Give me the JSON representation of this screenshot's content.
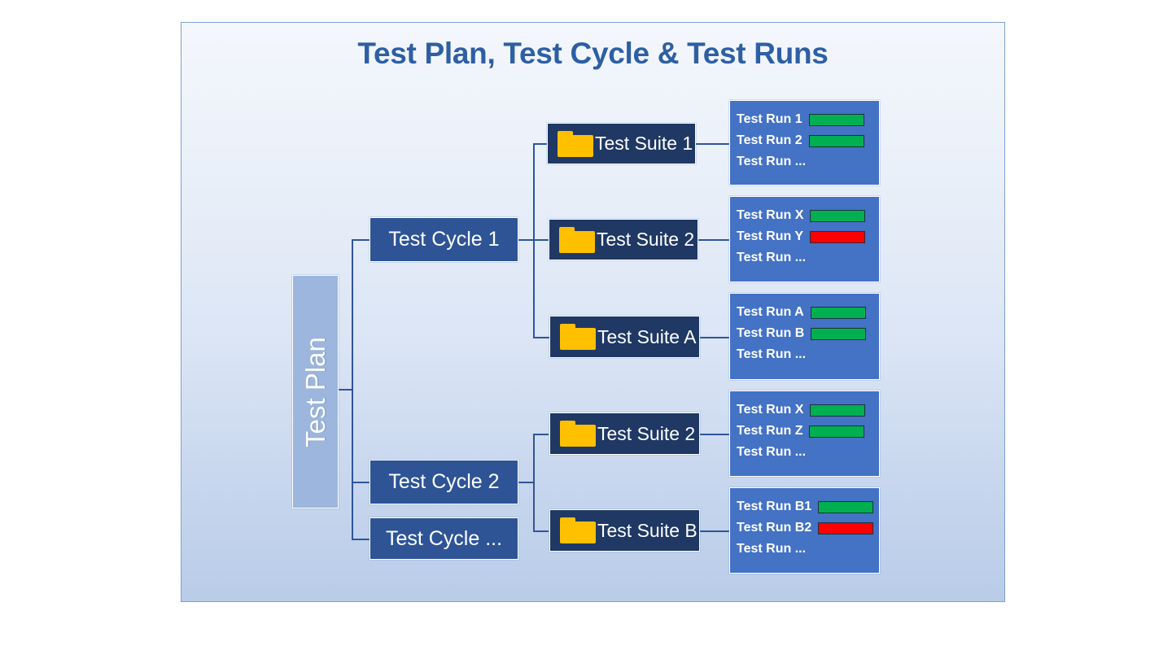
{
  "diagram": {
    "title": "Test Plan, Test Cycle & Test Runs",
    "colors": {
      "title": "#2e5fa3",
      "plan_bar": "#9cb6dd",
      "cycle_box": "#2e5496",
      "suite_box": "#1f3864",
      "runs_box": "#4472c4",
      "folder_icon": "#ffc000",
      "status_pass": "#00b050",
      "status_fail": "#ff0000",
      "connector": "#2f5597",
      "canvas_border": "#7da2cd"
    },
    "plan": {
      "label": "Test Plan"
    },
    "cycles": [
      {
        "id": "cycle-1",
        "label": "Test Cycle 1"
      },
      {
        "id": "cycle-2",
        "label": "Test Cycle 2"
      },
      {
        "id": "cycle-more",
        "label": "Test Cycle ..."
      }
    ],
    "suites": [
      {
        "id": "suite-1",
        "label": "Test Suite 1",
        "icon": "folder-icon",
        "cycle": "cycle-1"
      },
      {
        "id": "suite-2",
        "label": "Test Suite 2",
        "icon": "folder-icon",
        "cycle": "cycle-1"
      },
      {
        "id": "suite-a",
        "label": "Test Suite A",
        "icon": "folder-icon",
        "cycle": "cycle-1"
      },
      {
        "id": "suite-2b",
        "label": "Test Suite 2",
        "icon": "folder-icon",
        "cycle": "cycle-2"
      },
      {
        "id": "suite-b",
        "label": "Test Suite B",
        "icon": "folder-icon",
        "cycle": "cycle-2"
      }
    ],
    "run_groups": [
      {
        "id": "runs-suite-1",
        "suite": "suite-1",
        "runs": [
          {
            "name": "Test Run 1",
            "status": "pass"
          },
          {
            "name": "Test Run 2",
            "status": "pass"
          },
          {
            "name": "Test Run ...",
            "status": "none"
          }
        ]
      },
      {
        "id": "runs-suite-2",
        "suite": "suite-2",
        "runs": [
          {
            "name": "Test Run X",
            "status": "pass"
          },
          {
            "name": "Test Run Y",
            "status": "fail"
          },
          {
            "name": "Test Run ...",
            "status": "none"
          }
        ]
      },
      {
        "id": "runs-suite-a",
        "suite": "suite-a",
        "runs": [
          {
            "name": "Test Run A",
            "status": "pass"
          },
          {
            "name": "Test Run B",
            "status": "pass"
          },
          {
            "name": "Test Run ...",
            "status": "none"
          }
        ]
      },
      {
        "id": "runs-suite-2b",
        "suite": "suite-2b",
        "runs": [
          {
            "name": "Test Run X",
            "status": "pass"
          },
          {
            "name": "Test Run Z",
            "status": "pass"
          },
          {
            "name": "Test Run ...",
            "status": "none"
          }
        ]
      },
      {
        "id": "runs-suite-b",
        "suite": "suite-b",
        "runs": [
          {
            "name": "Test Run B1",
            "status": "pass"
          },
          {
            "name": "Test Run B2",
            "status": "fail"
          },
          {
            "name": "Test Run ...",
            "status": "none"
          }
        ]
      }
    ]
  }
}
